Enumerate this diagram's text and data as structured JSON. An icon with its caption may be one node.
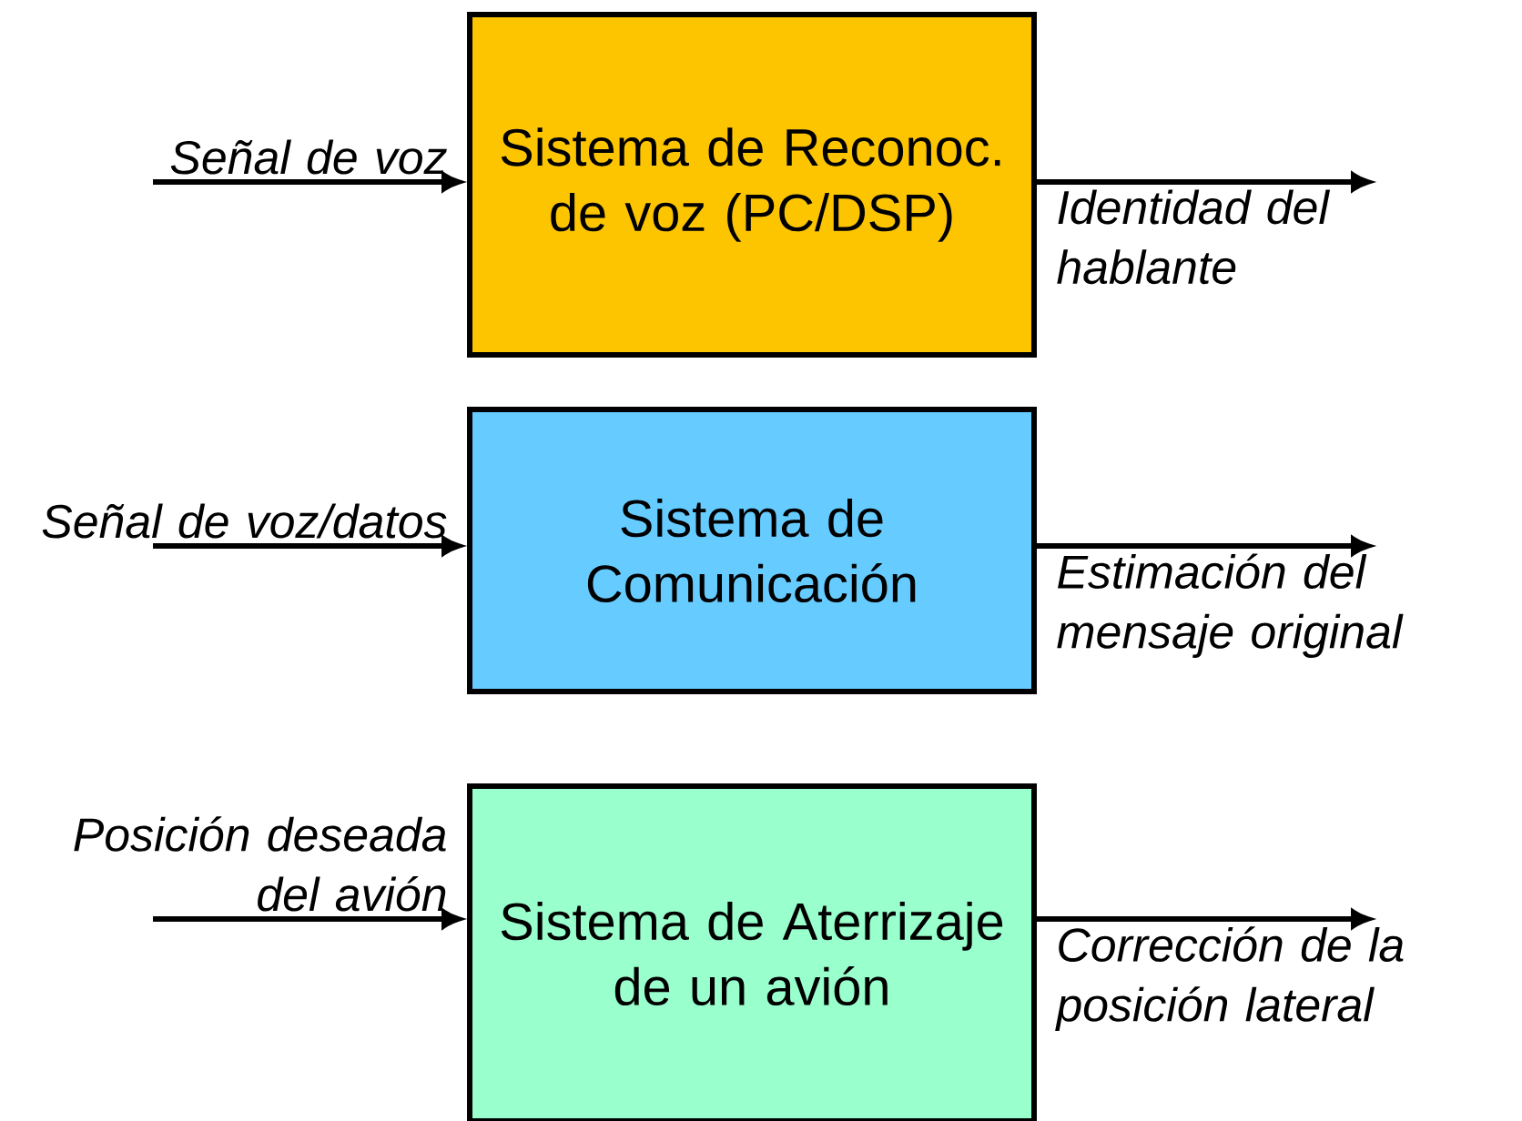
{
  "diagram": {
    "nodes": [
      {
        "text": [
          "Sistema de Reconoc. de voz (PC/DSP)"
        ]
      },
      {
        "text": [
          "Señal de voz"
        ]
      },
      {
        "text": [
          "Identidad del hablante"
        ]
      },
      {
        "text": [
          "Sistema de Comunicación"
        ]
      },
      {
        "text": [
          "Señal de voz/datos"
        ]
      },
      {
        "text": [
          "Estimación del mensaje original"
        ]
      },
      {
        "text": [
          "Sistema de Aterrizaje de un avión"
        ]
      },
      {
        "text": [
          "Posición deseada del avión"
        ]
      },
      {
        "text": [
          "Corrección de la posición lateral"
        ]
      }
    ],
    "edges": [
      {
        "from": 1,
        "to": 0,
        "arrow": "to"
      },
      {
        "from": 0,
        "to": 2,
        "arrow": "to"
      },
      {
        "from": 4,
        "to": 3,
        "arrow": "to"
      },
      {
        "from": 3,
        "to": 5,
        "arrow": "to"
      },
      {
        "from": 7,
        "to": 6,
        "arrow": "to"
      },
      {
        "from": 6,
        "to": 8,
        "arrow": "to"
      }
    ]
  }
}
